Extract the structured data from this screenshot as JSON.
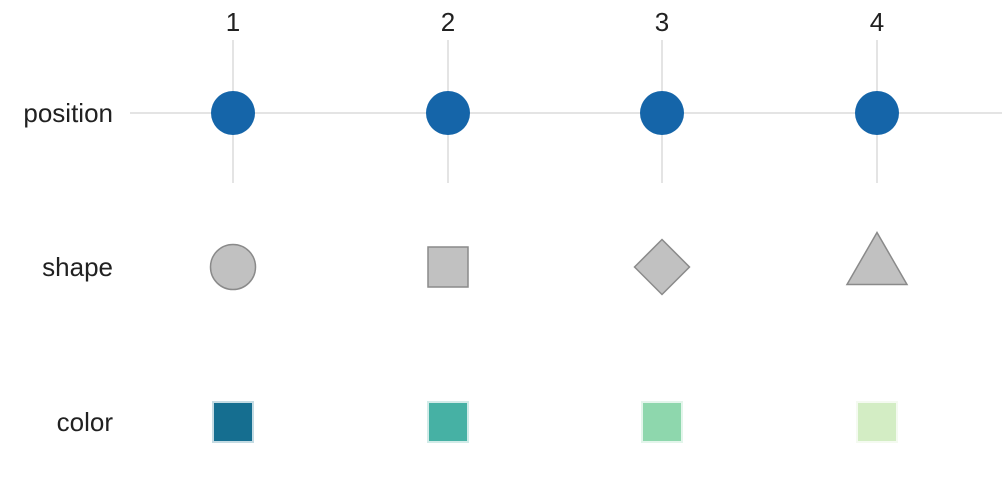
{
  "figure": {
    "background": "#ffffff",
    "text_color": "#212121",
    "columns": [
      {
        "label": "1"
      },
      {
        "label": "2"
      },
      {
        "label": "3"
      },
      {
        "label": "4"
      }
    ],
    "rows": {
      "position": {
        "label": "position",
        "marker": "circle",
        "marker_color": "#1565a9",
        "axis_line_color": "#e4e4e4",
        "values": [
          1,
          2,
          3,
          4
        ]
      },
      "shape": {
        "label": "shape",
        "shapes": [
          "circle",
          "square",
          "diamond",
          "triangle"
        ],
        "fill": "#c1c1c1",
        "stroke": "#8a8a8a"
      },
      "color": {
        "label": "color",
        "swatches": [
          {
            "hex": "#156e90",
            "border": "#c4dbe3"
          },
          {
            "hex": "#46b1a4",
            "border": "#d1ebe8"
          },
          {
            "hex": "#8ed7ad",
            "border": "#e3f5eb"
          },
          {
            "hex": "#d3edc4",
            "border": "#f4faf0"
          }
        ]
      }
    }
  }
}
